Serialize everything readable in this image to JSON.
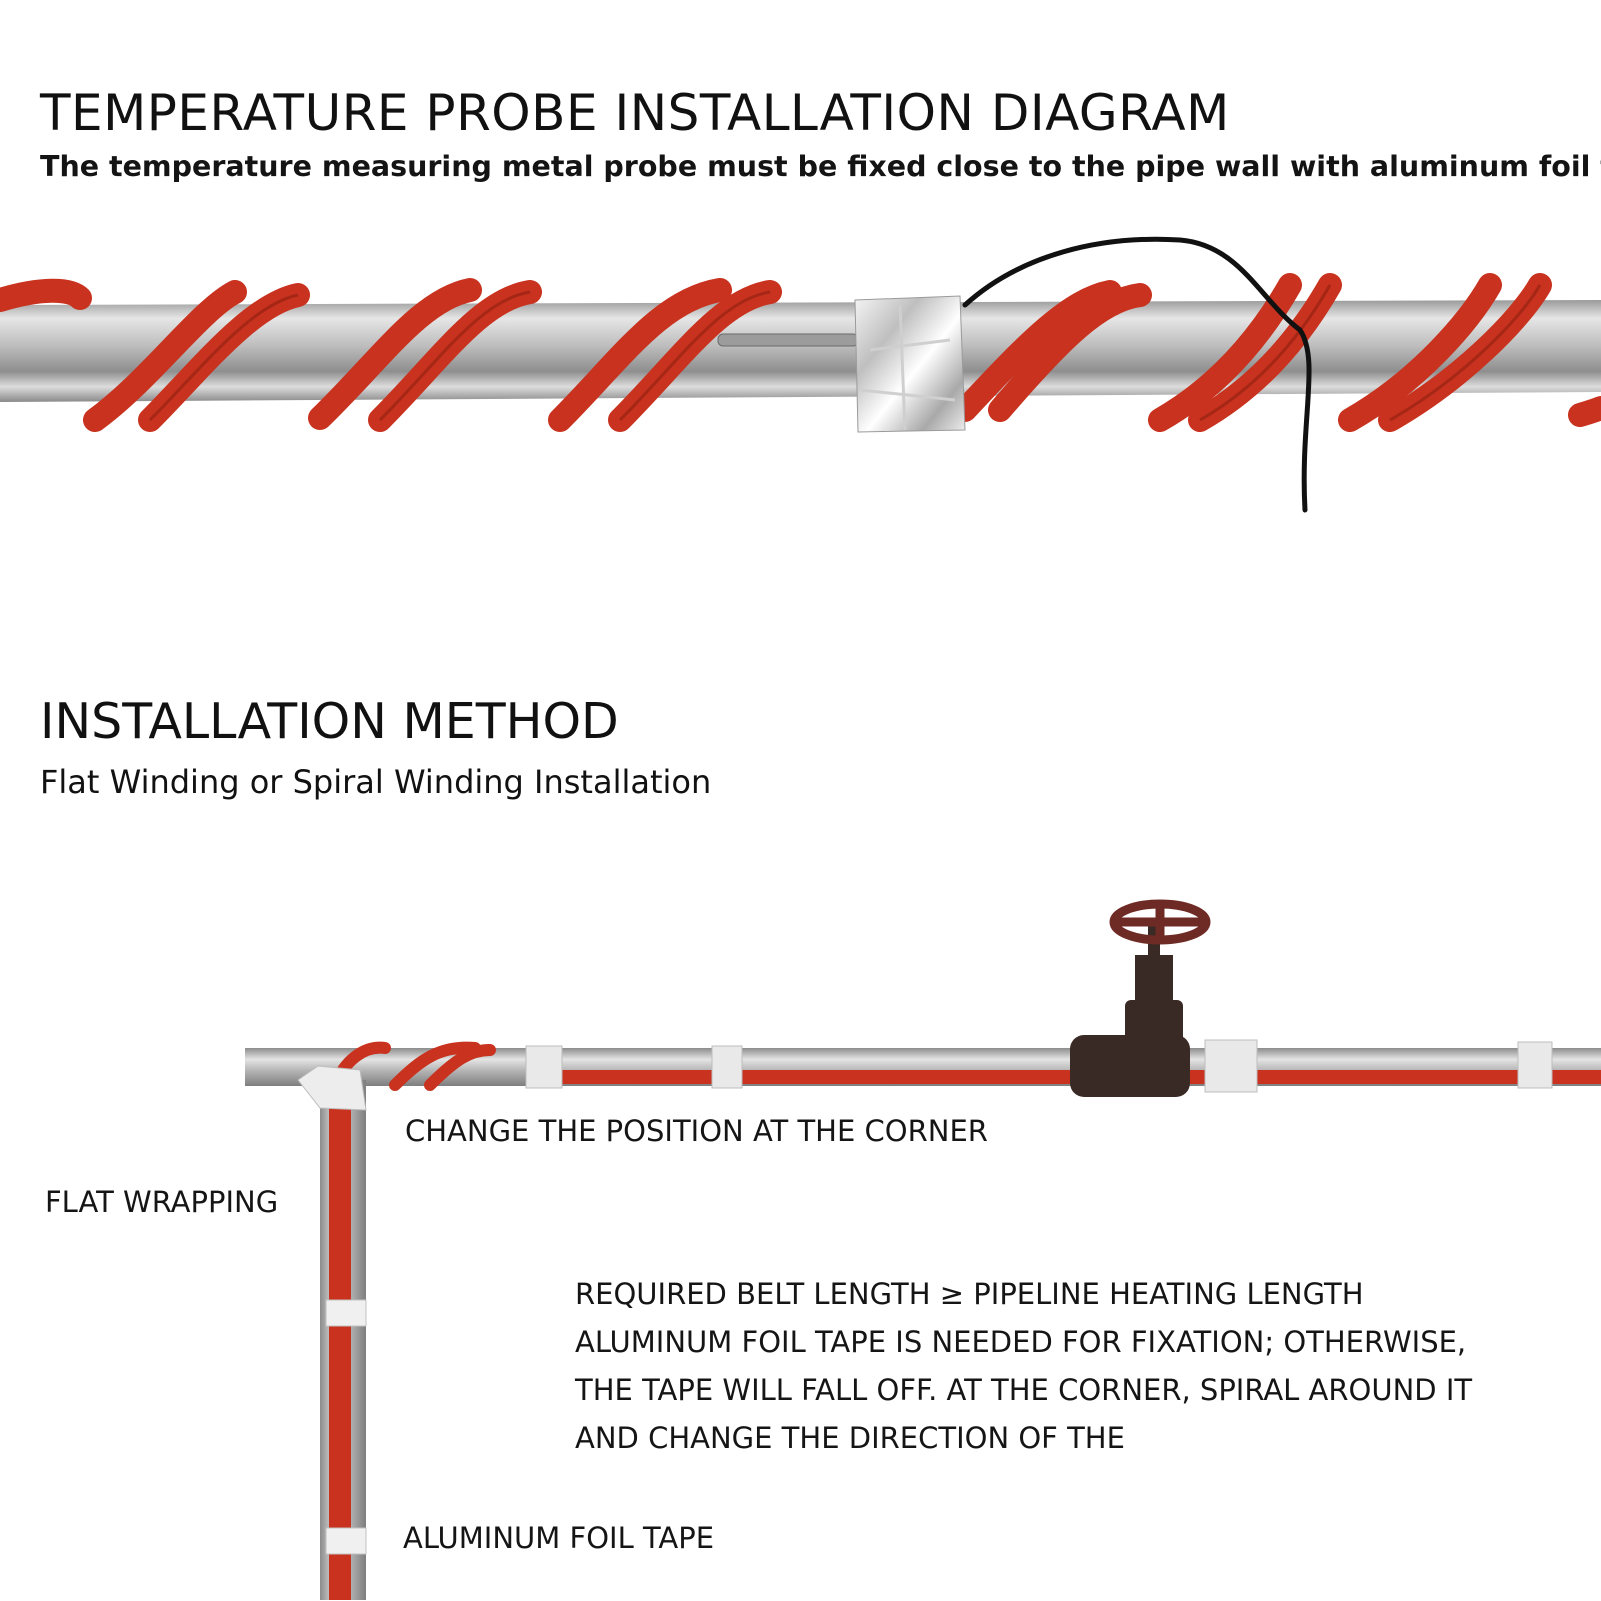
{
  "section_probe": {
    "title": "TEMPERATURE PROBE INSTALLATION DIAGRAM",
    "subtitle": "The temperature measuring metal probe must be fixed close to the pipe wall with aluminum foil tape"
  },
  "section_method": {
    "title": "INSTALLATION METHOD",
    "subtitle": "Flat Winding or Spiral Winding Installation"
  },
  "labels": {
    "corner": "CHANGE THE POSITION AT THE CORNER",
    "flat": "FLAT WRAPPING",
    "foil": "ALUMINUM FOIL TAPE"
  },
  "notes": [
    "REQUIRED BELT LENGTH ≥ PIPELINE HEATING LENGTH",
    "ALUMINUM FOIL TAPE IS NEEDED FOR FIXATION; OTHERWISE,",
    "THE TAPE WILL FALL OFF. AT THE CORNER, SPIRAL AROUND IT",
    "AND CHANGE THE DIRECTION OF THE"
  ],
  "colors": {
    "heating_belt": "#c8321e",
    "pipe": "#b9b9b9",
    "foil": "#e8e8e8",
    "valve": "#3a2a25",
    "probe_wire": "#111111"
  }
}
